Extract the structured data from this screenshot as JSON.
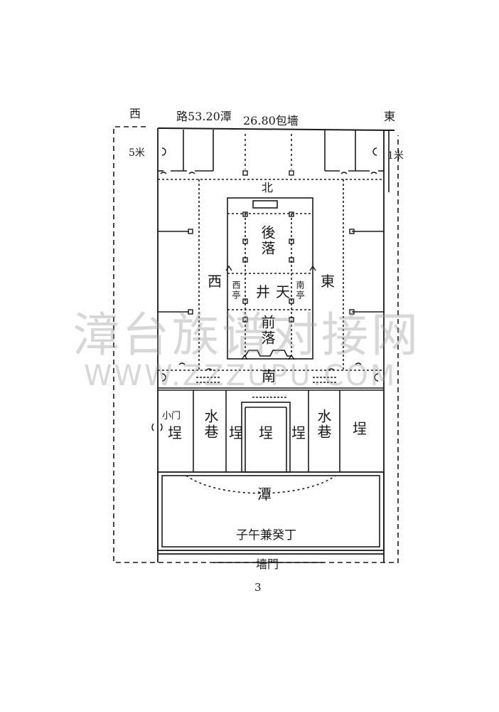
{
  "plan": {
    "dir_west_top": "西",
    "dir_east_top": "東",
    "road_label": "路53.20潭",
    "wall_label": "26.80包墻",
    "margin_west": "5米",
    "margin_east": "1米",
    "north": "北",
    "south": "南",
    "west_side": "西",
    "east_side": "東",
    "rear_hall": "後落",
    "courtyard": "井天",
    "west_pavilion": "西亭",
    "south_pavilion": "南亭",
    "front_hall": "前落",
    "small_gate": "小门",
    "yard": "埕",
    "water_lane": "水巷",
    "pond": "潭",
    "orientation": "子午兼癸丁",
    "wall_gate": "墻門"
  },
  "page_number": "3",
  "watermark": {
    "cn": "漳台族谱对接网",
    "en": "WWW.ZZZUPU.COM"
  }
}
